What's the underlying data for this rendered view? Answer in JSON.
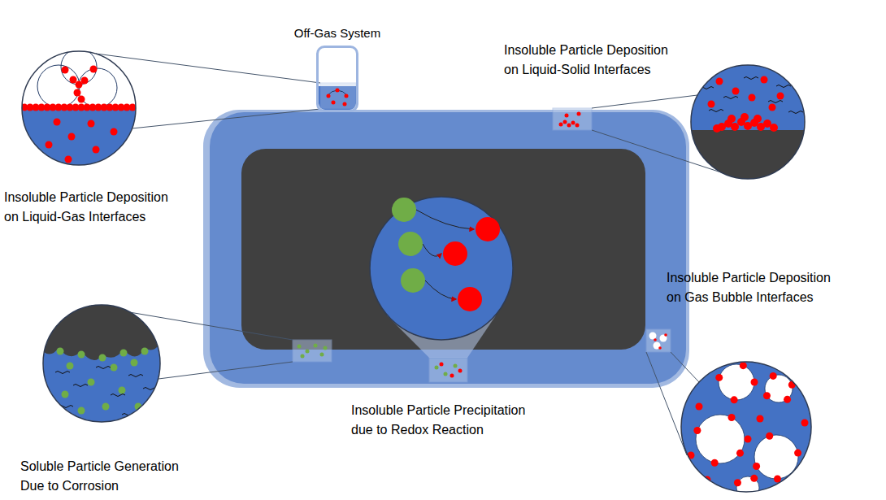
{
  "diagram": {
    "nodes": [
      {
        "text": [
          "Off-Gas System"
        ]
      }
    ],
    "labels": [
      "Insoluble Particle Deposition on Liquid-Gas Interfaces",
      "Insoluble Particle Deposition on Liquid-Solid Interfaces",
      "Insoluble Particle Precipitation due to Redox Reaction",
      "Soluble Particle Generation Due to Corrosion",
      "Insoluble Particle Deposition on Gas Bubble Interfaces"
    ]
  }
}
